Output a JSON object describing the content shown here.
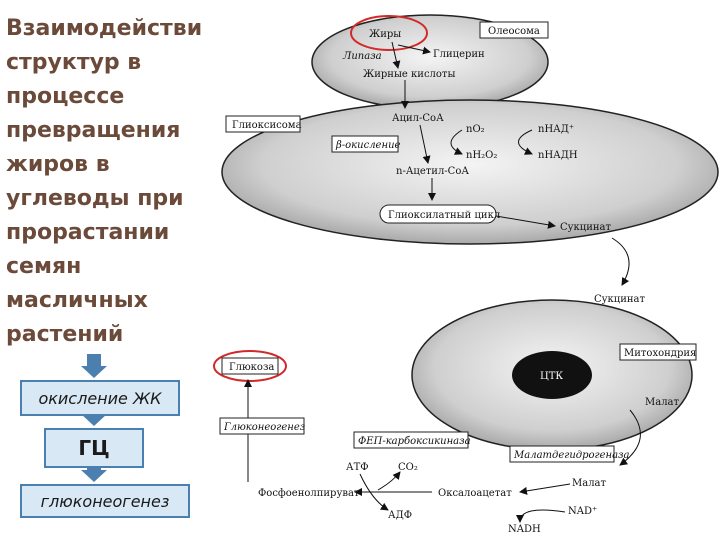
{
  "title": "Взаимодействи\nструктур  в\nпроцессе\nпревращения\nжиров в\nуглеводы при\nпрорастании\nсемян\nмасличных\nрастений",
  "flow": [
    "окисление ЖК",
    "ГЦ",
    "глюконеогенез"
  ],
  "diagram": {
    "oleosome": {
      "label": "Олеосома",
      "fats": "Жиры",
      "glycerol": "Глицерин",
      "lipase": "Липаза",
      "fatty_acids": "Жирные кислоты"
    },
    "glyoxysome": {
      "label": "Глиоксисома",
      "acyl_coa": "Ацил-СоА",
      "beta_ox": "β-окисление",
      "o2": "nO₂",
      "h2o2": "nH₂O₂",
      "nad": "nНАД⁺",
      "nadh": "nНАДН",
      "acetyl_coa": "n-Ацетил-СоА",
      "cycle": "Глиоксилатный цикл",
      "succinate": "Сукцинат"
    },
    "mito": {
      "succinate": "Сукцинат",
      "label": "Митохондрия",
      "tca": "ЦТК",
      "malate": "Малат"
    },
    "cytosol": {
      "glucose": "Глюкоза",
      "gluconeogenesis": "Глюконеогенез",
      "pepck": "ФЕП-карбоксикиназа",
      "atp": "АТФ",
      "co2": "CO₂",
      "adp": "АДФ",
      "pep": "Фосфоенолпируват",
      "oxaloacetate": "Оксалоацетат",
      "mdh": "Малатдегидрогеназа",
      "malate": "Малат",
      "nad": "NAD⁺",
      "nadh": "NADH"
    }
  }
}
